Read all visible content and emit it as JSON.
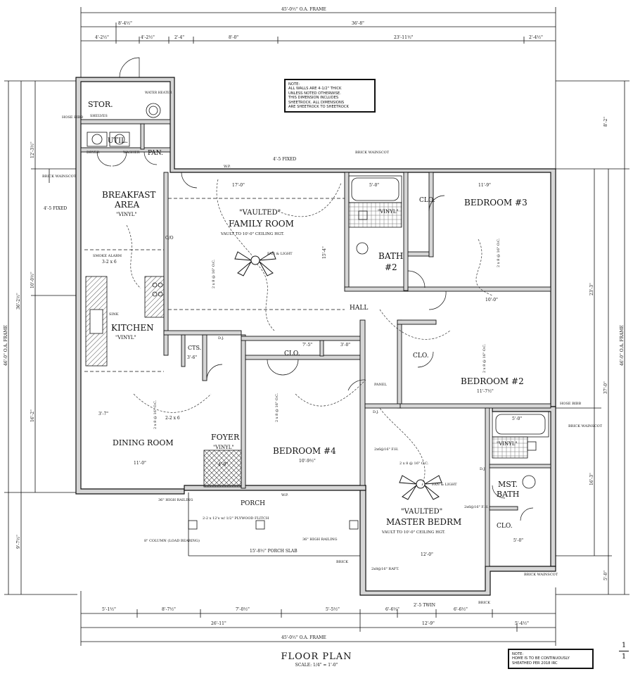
{
  "title": {
    "main": "FLOOR PLAN",
    "scale": "SCALE: 1/4\" = 1'-0\""
  },
  "notes": {
    "wall_note_lines": [
      "NOTE:",
      "ALL WALLS ARE 4-1/2\" THICK",
      "UNLESS NOTED OTHERWISE.",
      "THIS DIMENSION INCLUDES",
      "SHEETROCK. ALL DIMENSIONS",
      "ARE SHEETROCK TO SHEETROCK"
    ],
    "sheathing_note_lines": [
      "NOTE:",
      "HOME IS TO BE CONTINUOUSLY",
      "SHEATHED PER 2018 IRC"
    ]
  },
  "page_marker": {
    "top": "1",
    "bottom": "1"
  },
  "rooms": {
    "storage": "STOR.",
    "shelves": "SHELVES",
    "water_heater": "WATER HEATER",
    "utility": "UTIL.",
    "dryer": "DRYER",
    "washer": "WASHER",
    "pantry": "PAN.",
    "breakfast_1": "BREAKFAST",
    "breakfast_2": "AREA",
    "breakfast_floor": "\"VINYL\"",
    "kitchen": "KITCHEN",
    "kitchen_floor": "\"VINYL\"",
    "sink": "SINK",
    "dining": "DINING ROOM",
    "family_vaulted": "\"VAULTED\"",
    "family": "FAMILY ROOM",
    "family_ceiling": "VAULT TO 10'-0\" CEILING HGT.",
    "fan_light": "FAN & LIGHT",
    "foyer": "FOYER",
    "foyer_floor": "\"VINYL\"",
    "cts": "CTS.",
    "porch": "PORCH",
    "bedroom3": "BEDROOM #3",
    "bedroom2": "BEDROOM #2",
    "bedroom4": "BEDROOM #4",
    "bath2": "BATH",
    "bath2_num": "#2",
    "bath_floor": "\"VINYL\"",
    "hall": "HALL",
    "clo": "CLO.",
    "master_vaulted": "\"VAULTED\"",
    "master": "MASTER BEDRM",
    "master_ceiling": "VAULT TO 10'-0\" CEILING HGT.",
    "mst_bath_1": "MST.",
    "mst_bath_2": "BATH",
    "mst_bath_floor": "\"VINYL\"",
    "panel": "PANEL"
  },
  "dims": {
    "oa_top": "45'-0½\" O.A. FRAME",
    "oa_bottom": "45'-0½\" O.A. FRAME",
    "top_36_8": "36'-8\"",
    "top_8_4": "8'-4½\"",
    "top_4_2a": "4'-2½\"",
    "top_4_2b": "4'-2½\"",
    "top_2_4": "2'-4\"",
    "top_8_0": "8'-0\"",
    "top_23_11": "23'-11½\"",
    "top_2_4b": "2'-4½\"",
    "bot_5_1": "5'-1½\"",
    "bot_8_7": "8'-7½\"",
    "bot_7_0": "7'-0½\"",
    "bot_5_5": "5'-5½\"",
    "bot_6_6a": "6'-6½\"",
    "bot_6_6b": "6'-6½\"",
    "bot_2_5_twin": "2'-5 TWIN",
    "bot_26_11": "26'-11\"",
    "bot_12_9": "12'-9\"",
    "bot_5_4": "5'-4½\"",
    "left_oa": "46'-0\" O.A. FRAME",
    "left_36": "36'-2½\"",
    "left_12": "12'-3½\"",
    "left_10": "10'-0½\"",
    "left_16": "16'-2\"",
    "left_9": "9'-7½\"",
    "right_oa": "46'-0\" O.A. FRAME",
    "right_37": "37'-0\"",
    "right_23": "23'-3\"",
    "right_16": "16'-3\"",
    "right_8": "8'-2\"",
    "right_5": "5'-0\"",
    "fam_17": "17'-0\"",
    "fam_15": "15'-4\"",
    "br3_11_9": "11'-9\"",
    "br2_10": "10'-0\"",
    "br2_11_7": "11'-7½\"",
    "br4_10_9": "10'-9½\"",
    "dining_11": "11'-0\"",
    "master_12": "12'-0\"",
    "porch_slab": "15'-8½\" PORCH SLAB",
    "fixed_4_5": "4'-5 FIXED",
    "fixed_4_5b": "4'-5 FIXED",
    "bath_5_0": "5'-0\"",
    "mst_5_0": "5'-0\"",
    "mst_5_0b": "5'-0\"",
    "foyer_4_0": "4'-0\"",
    "cts_3_6": "3'-6\"",
    "br4_7_5": "7'-5\"",
    "br4_3_0": "3'-0\"",
    "dining_3_7": "3'-7\""
  },
  "annotations": {
    "brick_wainscot": "BRICK WAINSCOT",
    "brick": "BRICK",
    "hose_bibb": "HOSE BIBB",
    "smoke_alarm": "SMOKE ALARM",
    "beam_2x6": "3-2 x 6",
    "beam_2x6b": "2-2 x 6",
    "joist": "2 x 8 @ 16\" O.C.",
    "porch_railing": "36\" HIGH RAILING",
    "porch_railing2": "36\" HIGH RAILING",
    "plywood": "2-2 x 12's w/ 1/2\" PLYWOOD FLITCH",
    "column": "8\" COLUMN (LOAD BEARING)",
    "co": "C/O",
    "fh": "2x6@16\" F.H.",
    "raft": "2x8@16\" RAFT.",
    "wp": "W.P.",
    "dj": "D.J."
  }
}
